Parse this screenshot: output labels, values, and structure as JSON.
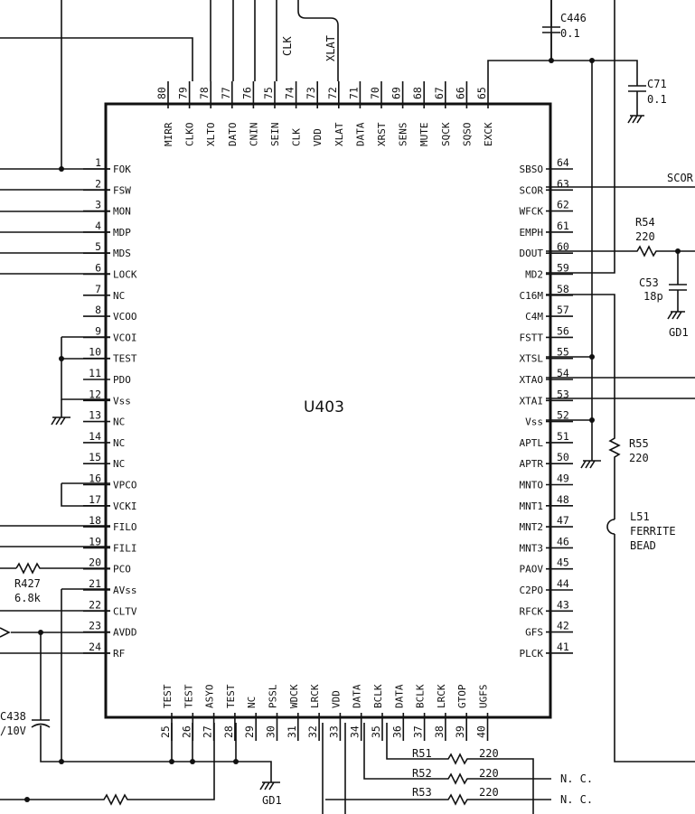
{
  "chip": {
    "ref": "U403",
    "pins_left": [
      {
        "num": "1",
        "name": "FOK"
      },
      {
        "num": "2",
        "name": "FSW"
      },
      {
        "num": "3",
        "name": "MON"
      },
      {
        "num": "4",
        "name": "MDP"
      },
      {
        "num": "5",
        "name": "MDS"
      },
      {
        "num": "6",
        "name": "LOCK"
      },
      {
        "num": "7",
        "name": "NC"
      },
      {
        "num": "8",
        "name": "VCOO"
      },
      {
        "num": "9",
        "name": "VCOI"
      },
      {
        "num": "10",
        "name": "TEST"
      },
      {
        "num": "11",
        "name": "PDO"
      },
      {
        "num": "12",
        "name": "Vss"
      },
      {
        "num": "13",
        "name": "NC"
      },
      {
        "num": "14",
        "name": "NC"
      },
      {
        "num": "15",
        "name": "NC"
      },
      {
        "num": "16",
        "name": "VPCO"
      },
      {
        "num": "17",
        "name": "VCKI"
      },
      {
        "num": "18",
        "name": "FILO"
      },
      {
        "num": "19",
        "name": "FILI"
      },
      {
        "num": "20",
        "name": "PCO"
      },
      {
        "num": "21",
        "name": "AVss"
      },
      {
        "num": "22",
        "name": "CLTV"
      },
      {
        "num": "23",
        "name": "AVDD"
      },
      {
        "num": "24",
        "name": "RF"
      }
    ],
    "pins_right": [
      {
        "num": "64",
        "name": "SBSO"
      },
      {
        "num": "63",
        "name": "SCOR"
      },
      {
        "num": "62",
        "name": "WFCK"
      },
      {
        "num": "61",
        "name": "EMPH"
      },
      {
        "num": "60",
        "name": "DOUT"
      },
      {
        "num": "59",
        "name": "MD2"
      },
      {
        "num": "58",
        "name": "C16M"
      },
      {
        "num": "57",
        "name": "C4M"
      },
      {
        "num": "56",
        "name": "FSTT"
      },
      {
        "num": "55",
        "name": "XTSL"
      },
      {
        "num": "54",
        "name": "XTAO"
      },
      {
        "num": "53",
        "name": "XTAI"
      },
      {
        "num": "52",
        "name": "Vss"
      },
      {
        "num": "51",
        "name": "APTL"
      },
      {
        "num": "50",
        "name": "APTR"
      },
      {
        "num": "49",
        "name": "MNTO"
      },
      {
        "num": "48",
        "name": "MNT1"
      },
      {
        "num": "47",
        "name": "MNT2"
      },
      {
        "num": "46",
        "name": "MNT3"
      },
      {
        "num": "45",
        "name": "PAOV"
      },
      {
        "num": "44",
        "name": "C2PO"
      },
      {
        "num": "43",
        "name": "RFCK"
      },
      {
        "num": "42",
        "name": "GFS"
      },
      {
        "num": "41",
        "name": "PLCK"
      }
    ],
    "pins_top": [
      {
        "num": "80",
        "name": "MIRR"
      },
      {
        "num": "79",
        "name": "CLKO"
      },
      {
        "num": "78",
        "name": "XLTO"
      },
      {
        "num": "77",
        "name": "DATO"
      },
      {
        "num": "76",
        "name": "CNIN"
      },
      {
        "num": "75",
        "name": "SEIN"
      },
      {
        "num": "74",
        "name": "CLK"
      },
      {
        "num": "73",
        "name": "VDD"
      },
      {
        "num": "72",
        "name": "XLAT"
      },
      {
        "num": "71",
        "name": "DATA"
      },
      {
        "num": "70",
        "name": "XRST"
      },
      {
        "num": "69",
        "name": "SENS"
      },
      {
        "num": "68",
        "name": "MUTE"
      },
      {
        "num": "67",
        "name": "SQCK"
      },
      {
        "num": "66",
        "name": "SQSO"
      },
      {
        "num": "65",
        "name": "EXCK"
      }
    ],
    "pins_bottom": [
      {
        "num": "25",
        "name": "TEST"
      },
      {
        "num": "26",
        "name": "TEST"
      },
      {
        "num": "27",
        "name": "ASYO"
      },
      {
        "num": "28",
        "name": "TEST"
      },
      {
        "num": "29",
        "name": "NC"
      },
      {
        "num": "30",
        "name": "PSSL"
      },
      {
        "num": "31",
        "name": "WDCK"
      },
      {
        "num": "32",
        "name": "LRCK"
      },
      {
        "num": "33",
        "name": "VDD"
      },
      {
        "num": "34",
        "name": "DATA"
      },
      {
        "num": "35",
        "name": "BCLK"
      },
      {
        "num": "36",
        "name": "DATA"
      },
      {
        "num": "37",
        "name": "BCLK"
      },
      {
        "num": "38",
        "name": "LRCK"
      },
      {
        "num": "39",
        "name": "GTOP"
      },
      {
        "num": "40",
        "name": "UGFS"
      }
    ]
  },
  "labels": {
    "clk": "CLK",
    "xlat": "XLAT",
    "scor_net": "SCOR",
    "c446_ref": "C446",
    "c446_val": "0.1",
    "c71_ref": "C71",
    "c71_val": "0.1",
    "r54_ref": "R54",
    "r54_val": "220",
    "c53_ref": "C53",
    "c53_val": "18p",
    "gd1_right": "GD1",
    "r55_ref": "R55",
    "r55_val": "220",
    "l51_ref": "L51",
    "l51_line2": "FERRITE",
    "l51_line3": "BEAD",
    "r427_ref": "R427",
    "r427_val": "6.8k",
    "c438_ref": "C438",
    "c438_val": "/10V",
    "gd1_bottom": "GD1",
    "r51_ref": "R51",
    "r51_val": "220",
    "r52_ref": "R52",
    "r52_val": "220",
    "r53_ref": "R53",
    "r53_val": "220",
    "nc1": "N. C.",
    "nc2": "N. C."
  }
}
